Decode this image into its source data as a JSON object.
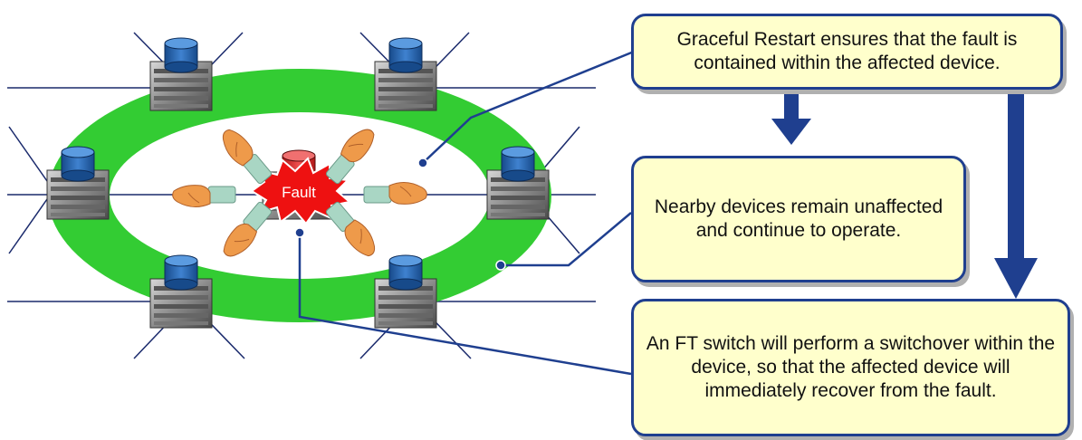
{
  "diagram": {
    "fault_label": "Fault",
    "callouts": [
      {
        "text": "Graceful Restart ensures that the fault is contained within the affected device."
      },
      {
        "text": "Nearby devices remain unaffected and continue to operate."
      },
      {
        "text": "An FT switch will perform a switchover within the device, so that the affected device will immediately recover from the fault."
      }
    ]
  },
  "colors": {
    "ring": "#33cc33",
    "callout_fill": "#ffffcc",
    "callout_border": "#1f3f8f",
    "arrow": "#1f3f8f",
    "fault_burst": "#ee1111",
    "device_disk": "#1f5fa8",
    "hand": "#ee9a4a",
    "sleeve": "#a9d6c4"
  },
  "icons": [
    "router-device-icon",
    "fault-burst-icon",
    "hand-icon",
    "down-arrow-icon"
  ]
}
